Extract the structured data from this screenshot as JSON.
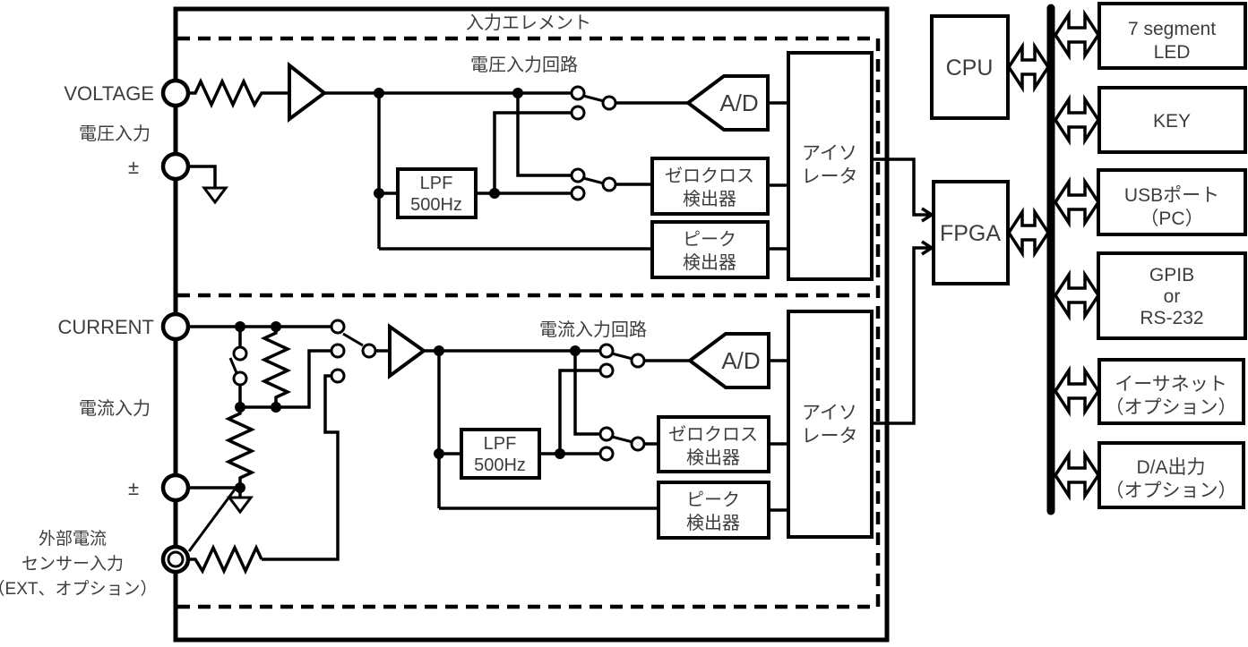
{
  "diagram": {
    "title": "入力エレメント",
    "colors": {
      "line": "#000000",
      "text": "#3d3d3d",
      "background": "#ffffff"
    },
    "terminals": {
      "voltage": "VOLTAGE",
      "voltage_jp": "電圧入力",
      "voltage_pm": "±",
      "current": "CURRENT",
      "current_jp": "電流入力",
      "current_pm": "±",
      "ext1": "外部電流",
      "ext2": "センサー入力",
      "ext3": "（EXT、オプション）"
    },
    "voltage": {
      "label": "電圧入力回路",
      "lpf1": "LPF",
      "lpf2": "500Hz",
      "adc": "A/D",
      "zc1": "ゼロクロス",
      "zc2": "検出器",
      "pk1": "ピーク",
      "pk2": "検出器",
      "iso1": "アイソ",
      "iso2": "レータ"
    },
    "current": {
      "label": "電流入力回路",
      "lpf1": "LPF",
      "lpf2": "500Hz",
      "adc": "A/D",
      "zc1": "ゼロクロス",
      "zc2": "検出器",
      "pk1": "ピーク",
      "pk2": "検出器",
      "iso1": "アイソ",
      "iso2": "レータ"
    },
    "processing": {
      "cpu": "CPU",
      "fpga": "FPGA"
    },
    "peripherals": [
      {
        "line1": "7 segment",
        "line2": "LED"
      },
      {
        "line1": "KEY"
      },
      {
        "line1": "USBポート",
        "line2": "（PC）"
      },
      {
        "line1": "GPIB",
        "line2": "or",
        "line3": "RS-232"
      },
      {
        "line1": "イーサネット",
        "line2": "（オプション）"
      },
      {
        "line1": "D/A出力",
        "line2": "（オプション）"
      }
    ]
  }
}
